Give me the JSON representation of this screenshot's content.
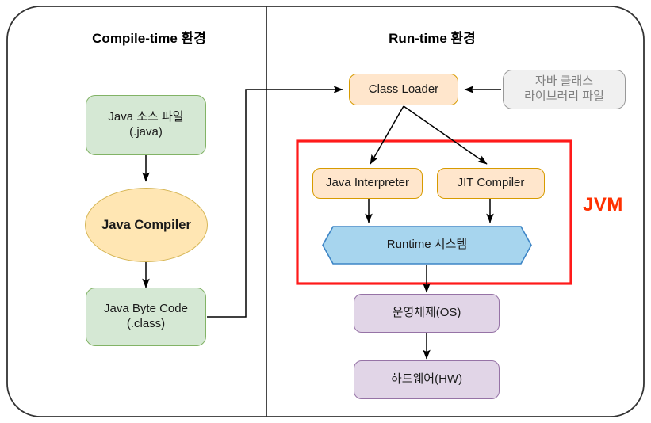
{
  "diagram": {
    "title_left": "Compile-time 환경",
    "title_right": "Run-time 환경",
    "jvm_label": "JVM",
    "colors": {
      "outer_border": "#333333",
      "divider": "#333333",
      "green_fill": "#d5e8d4",
      "green_stroke": "#82b366",
      "yellow_fill": "#ffe6b3",
      "yellow_stroke": "#d6b656",
      "orange_fill": "#ffe6cc",
      "orange_stroke": "#d79b00",
      "gray_fill": "#f0f0f0",
      "gray_stroke": "#999999",
      "gray_text": "#808080",
      "purple_fill": "#e1d5e7",
      "purple_stroke": "#9673a6",
      "blue_fill": "#a7d5ee",
      "blue_stroke": "#3d85c6",
      "jvm_red": "#ff3000",
      "arrow": "#000000"
    },
    "nodes": {
      "java_source": {
        "line1": "Java 소스 파일",
        "line2": "(.java)"
      },
      "java_compiler": {
        "label": "Java Compiler"
      },
      "java_bytecode": {
        "line1": "Java Byte Code",
        "line2": "(.class)"
      },
      "class_loader": {
        "label": "Class Loader"
      },
      "class_library": {
        "line1": "자바 클래스",
        "line2": "라이브러리 파일"
      },
      "java_interpreter": {
        "label": "Java Interpreter"
      },
      "jit_compiler": {
        "label": "JIT Compiler"
      },
      "runtime_system": {
        "label": "Runtime 시스템"
      },
      "operating_system": {
        "label": "운영체제(OS)"
      },
      "hardware": {
        "label": "하드웨어(HW)"
      }
    },
    "edges": [
      {
        "from": "java_source",
        "to": "java_compiler"
      },
      {
        "from": "java_compiler",
        "to": "java_bytecode"
      },
      {
        "from": "java_bytecode",
        "to": "class_loader"
      },
      {
        "from": "class_library",
        "to": "class_loader"
      },
      {
        "from": "class_loader",
        "to": "java_interpreter"
      },
      {
        "from": "class_loader",
        "to": "jit_compiler"
      },
      {
        "from": "java_interpreter",
        "to": "runtime_system"
      },
      {
        "from": "jit_compiler",
        "to": "runtime_system"
      },
      {
        "from": "runtime_system",
        "to": "operating_system"
      },
      {
        "from": "operating_system",
        "to": "hardware"
      }
    ]
  }
}
